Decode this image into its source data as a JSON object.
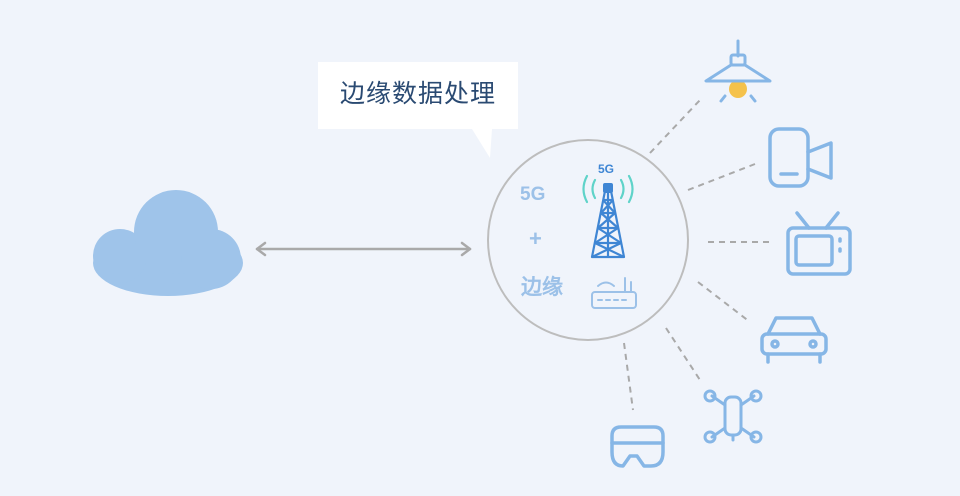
{
  "callout": {
    "label": "边缘数据处理"
  },
  "hub": {
    "line1": "5G",
    "line2": "+",
    "line3": "边缘",
    "tower_label": "5G"
  },
  "icons": {
    "cloud": "cloud-icon",
    "tower": "cell-tower-icon",
    "router": "router-icon",
    "devices": [
      "ceiling-lamp-icon",
      "video-camera-icon",
      "tv-icon",
      "car-icon",
      "drone-icon",
      "vr-headset-icon"
    ]
  },
  "colors": {
    "background": "#f0f4fb",
    "cloud": "#9fc4ea",
    "icon_stroke": "#86b6e6",
    "hub_ring": "#bdbdbd",
    "connector": "#a9a9a9",
    "tower": "#3f86d4",
    "signal": "#5fd3c9",
    "lamp_glow": "#f5c24b"
  }
}
